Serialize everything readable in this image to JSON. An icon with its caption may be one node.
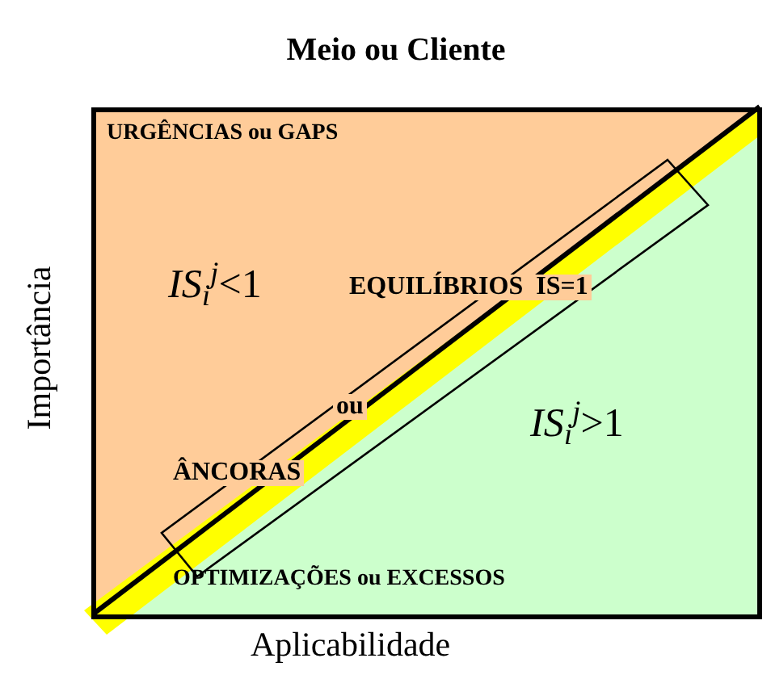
{
  "diagram": {
    "title": "Meio ou Cliente",
    "labels": [
      "URGÊNCIAS ou GAPS",
      "*IS*$_{i}$$^{j}$<1",
      "EQUILÍBRIOS  IS=1",
      "ou",
      "ÂNCORAS",
      "*IS*$_{i}$$^{j}$>1",
      "OPTIMIZAÇÕES ou EXCESSOS",
      "Importância",
      "Aplicabilidade"
    ]
  }
}
